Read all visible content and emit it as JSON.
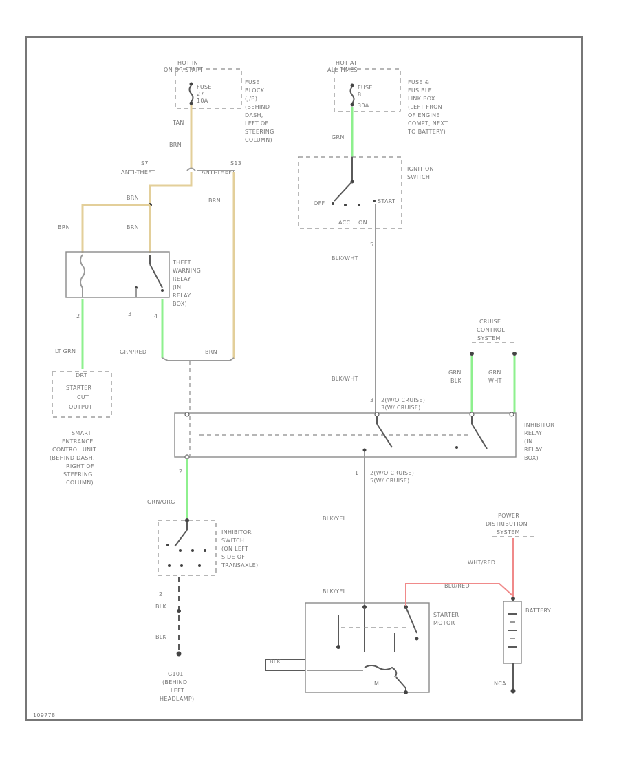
{
  "fuse_block": {
    "hot_label_1": "HOT IN",
    "hot_label_2": "ON OR START",
    "fuse_1": "FUSE",
    "fuse_2": "27",
    "fuse_3": "10A",
    "desc": [
      "FUSE",
      "BLOCK",
      "(J/B)",
      "(BEHIND",
      "DASH,",
      "LEFT OF",
      "STEERING",
      "COLUMN)"
    ]
  },
  "fusible_link": {
    "hot_label_1": "HOT AT",
    "hot_label_2": "ALL TIMES",
    "fuse_1": "FUSE",
    "fuse_2": "8",
    "fuse_3": "30A",
    "desc": [
      "FUSE &",
      "FUSIBLE",
      "LINK BOX",
      "(LEFT FRONT",
      "OF ENGINE",
      "COMPT, NEXT",
      "TO BATTERY)"
    ]
  },
  "wires": {
    "tan": "TAN",
    "brn_1": "BRN",
    "brn_2": "BRN",
    "brn_3": "BRN",
    "brn_4": "BRN",
    "brn_5": "BRN",
    "brn_6": "BRN",
    "grn_ign": "GRN",
    "blk_wht_1": "BLK/WHT",
    "blk_wht_2": "BLK/WHT",
    "lt_grn": "LT GRN",
    "grn_red": "GRN/RED",
    "grn_blk": "GRN",
    "grn_blk_2": "BLK",
    "grn_wht": "GRN",
    "grn_wht_2": "WHT",
    "grn_org": "GRN/ORG",
    "blk_yel_1": "BLK/YEL",
    "blk_yel_2": "BLK/YEL",
    "blk_1": "BLK",
    "blk_2": "BLK",
    "wht_red": "WHT/RED",
    "blu_red": "BLU/RED",
    "ncn": "NCA"
  },
  "connectors": {
    "s7": "S7",
    "s7_label": "ANTI-THEFT",
    "s13": "S13",
    "s13_label": "ANTI-THEFT"
  },
  "ignition_switch": {
    "name": [
      "IGNITION",
      "SWITCH"
    ],
    "off": "OFF",
    "start": "START",
    "acc": "ACC",
    "on": "ON",
    "pin": "5"
  },
  "theft_relay": {
    "name": [
      "THEFT",
      "WARNING",
      "RELAY",
      "(IN",
      "RELAY",
      "BOX)"
    ],
    "pin2": "2",
    "pin3": "3",
    "pin4": "4"
  },
  "starter_cut": {
    "name": [
      "STARTER",
      "CUT",
      "OUTPUT"
    ],
    "unit": "DRT",
    "desc": [
      "SMART",
      "ENTRANCE",
      "CONTROL UNIT",
      "(BEHIND DASH,",
      "RIGHT OF",
      "STEERING",
      "COLUMN)"
    ]
  },
  "cruise": {
    "name": [
      "CRUISE",
      "CONTROL",
      "SYSTEM"
    ]
  },
  "inhibitor_relay": {
    "name": [
      "INHIBITOR",
      "RELAY",
      "(IN",
      "RELAY",
      "BOX)"
    ],
    "pin_top_num": "3",
    "pin_top": [
      "2(W/O CRUISE)",
      "3(W/ CRUISE)"
    ],
    "pin_bot_num": "1",
    "pin_bot": [
      "2(W/O CRUISE)",
      "5(W/ CRUISE)"
    ],
    "pin_left": "2"
  },
  "inhibitor_switch": {
    "name": [
      "INHIBITOR",
      "SWITCH",
      "(ON LEFT",
      "SIDE OF",
      "TRANSAXLE)"
    ],
    "pin": "2"
  },
  "ground": {
    "name": [
      "G101",
      "(BEHIND",
      "LEFT",
      "HEADLAMP)"
    ]
  },
  "power_dist": {
    "name": [
      "POWER",
      "DISTRIBUTION",
      "SYSTEM"
    ]
  },
  "battery": {
    "name": "BATTERY"
  },
  "starter_motor": {
    "name": [
      "STARTER",
      "MOTOR"
    ],
    "m": "M",
    "bat_label": "BLK"
  },
  "footer": {
    "code": "109778"
  }
}
